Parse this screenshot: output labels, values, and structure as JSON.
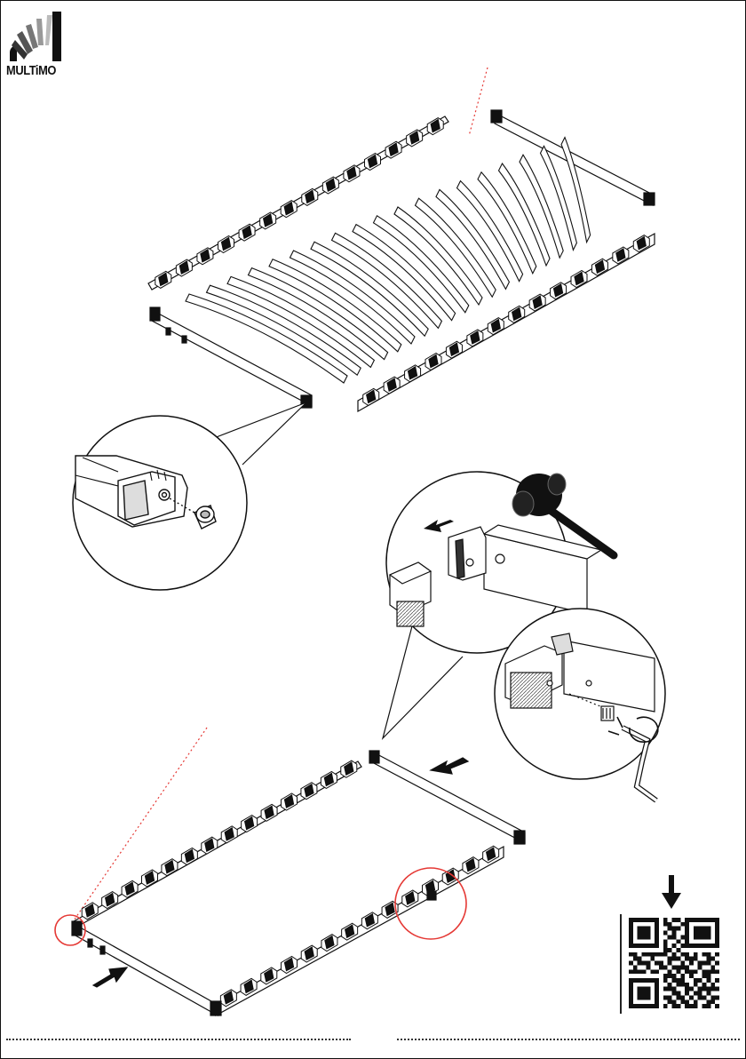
{
  "brand": {
    "name": "MULTiMO",
    "color": "#000000"
  },
  "accent": {
    "guide_dotted_color": "#e53935",
    "highlight_circle_color": "#e53935",
    "line_color": "#111111"
  },
  "icons": {
    "hammer": "hammer-icon",
    "crank": "hand-crank-icon",
    "arrows": "push-arrow-icon",
    "qr": "qr-code-icon"
  },
  "qr": {
    "modules": [
      "111111101011011111111",
      "100000101100110000001",
      "101110100111010111101",
      "101110101010010111101",
      "101110100110110111101",
      "100000101001010000001",
      "111111101010111111111",
      "000000001101000000000",
      "110111111010110101101",
      "011001000111011100110",
      "101110110100101011101",
      "010010011011110010010",
      "111101100101011101111",
      "000000001110101001100",
      "111111101011100110101",
      "100000100101110101010",
      "101110101110011011111",
      "101110100011010110100",
      "101110101101101011011",
      "100000100110110100110",
      "111111101011011101101"
    ]
  }
}
